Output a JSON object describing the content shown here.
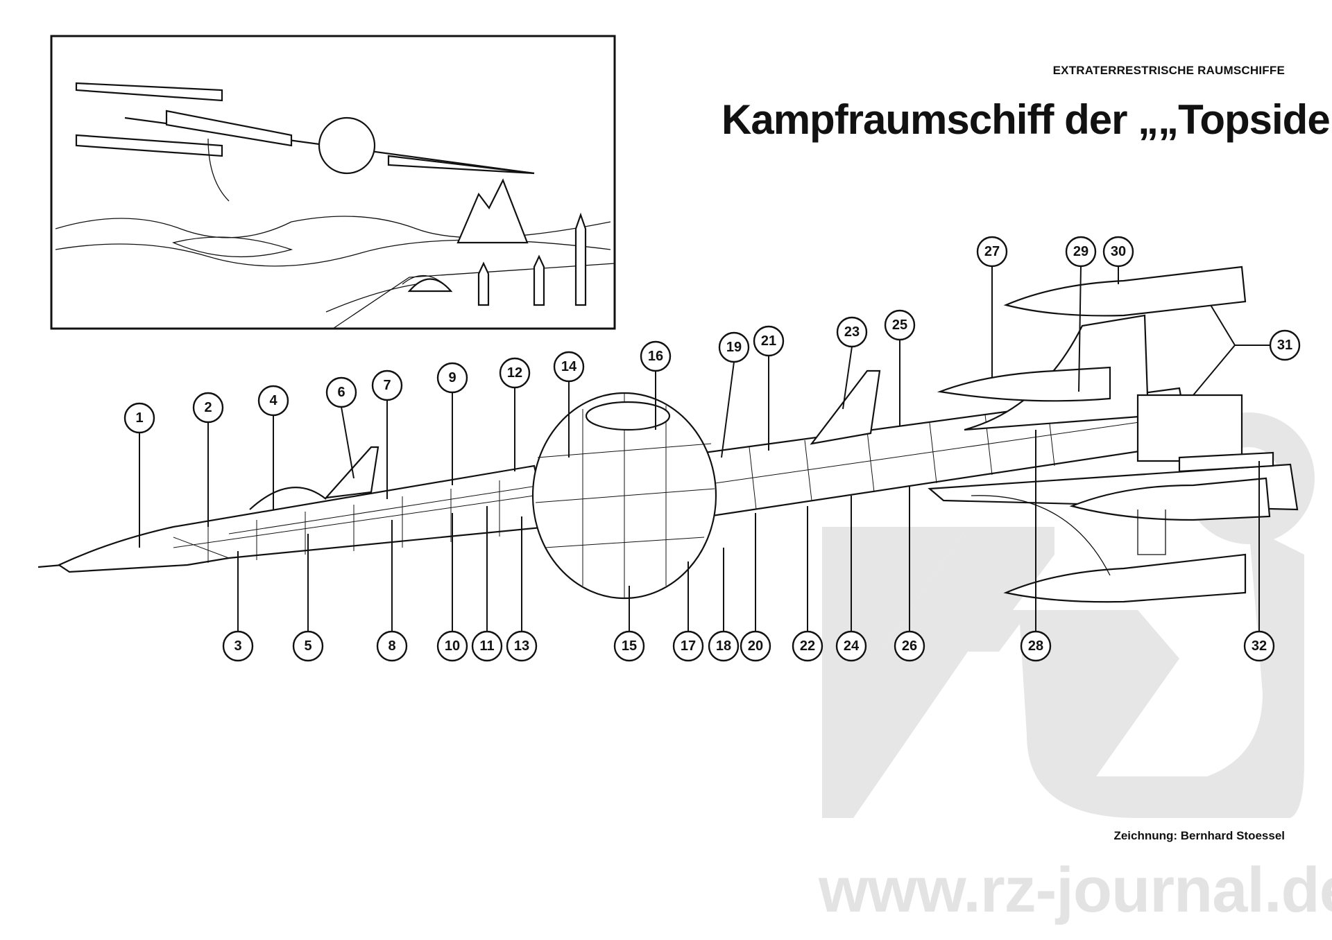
{
  "header": {
    "subtitle": "EXTRATERRESTRISCHE RAUMSCHIFFE",
    "title": "Kampfraumschiff der „„Topsider”"
  },
  "callouts": {
    "c1": "1",
    "c2": "2",
    "c3": "3",
    "c4": "4",
    "c5": "5",
    "c6": "6",
    "c7": "7",
    "c8": "8",
    "c9": "9",
    "c10": "10",
    "c11": "11",
    "c12": "12",
    "c13": "13",
    "c14": "14",
    "c15": "15",
    "c16": "16",
    "c17": "17",
    "c18": "18",
    "c19": "19",
    "c20": "20",
    "c21": "21",
    "c22": "22",
    "c23": "23",
    "c24": "24",
    "c25": "25",
    "c26": "26",
    "c27": "27",
    "c28": "28",
    "c29": "29",
    "c30": "30",
    "c31": "31",
    "c32": "32"
  },
  "footer": {
    "credit": "Zeichnung: Bernhard Stoessel",
    "watermark_url": "www.rz-journal.de",
    "watermark_logo": "rz"
  },
  "colors": {
    "ink": "#111111",
    "watermark": "#e6e6e6"
  }
}
